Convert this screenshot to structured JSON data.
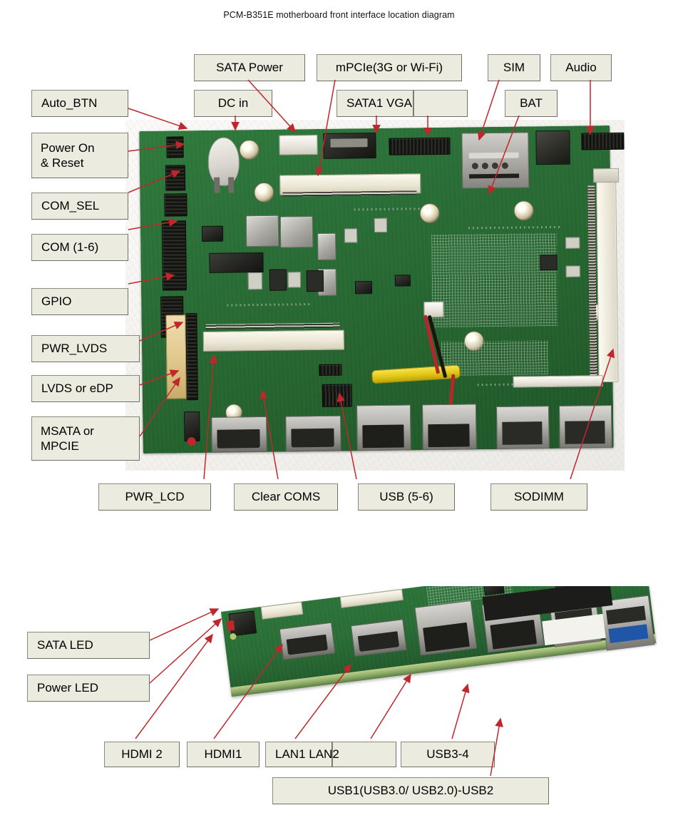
{
  "page": {
    "title": "PCM-B351E motherboard front interface location diagram"
  },
  "diagram_top": {
    "name": "front-interface-location-diagram",
    "labels": [
      {
        "id": "auto-btn",
        "text": "Auto_BTN"
      },
      {
        "id": "power-on-reset",
        "text_line1": "Power On",
        "text_line2": "& Reset"
      },
      {
        "id": "com-sel",
        "text": "COM_SEL"
      },
      {
        "id": "com-1-6",
        "text": "COM (1-6)"
      },
      {
        "id": "gpio",
        "text": "GPIO"
      },
      {
        "id": "pwr-lvds",
        "text": "PWR_LVDS"
      },
      {
        "id": "lvds-or-edp",
        "text": "LVDS or eDP"
      },
      {
        "id": "msata-or-mpcie",
        "text_line1": "MSATA or",
        "text_line2": "MPCIE"
      },
      {
        "id": "sata-power",
        "text": "SATA Power"
      },
      {
        "id": "dc-in",
        "text": "DC in"
      },
      {
        "id": "mpcie",
        "text": "mPCIe(3G or Wi-Fi)"
      },
      {
        "id": "sata1",
        "text": "SATA1 VGA"
      },
      {
        "id": "vga",
        "text": ""
      },
      {
        "id": "sim",
        "text": "SIM"
      },
      {
        "id": "bat",
        "text": "BAT"
      },
      {
        "id": "audio",
        "text": "Audio"
      },
      {
        "id": "pwr-lcd",
        "text": "PWR_LCD"
      },
      {
        "id": "clear-coms",
        "text": "Clear COMS"
      },
      {
        "id": "usb-5-6",
        "text": "USB (5-6)"
      },
      {
        "id": "sodimm",
        "text": "SODIMM"
      }
    ]
  },
  "diagram_bottom": {
    "name": "rear-io-edge-diagram",
    "labels": [
      {
        "id": "sata-led",
        "text": "SATA LED"
      },
      {
        "id": "power-led",
        "text": "Power LED"
      },
      {
        "id": "hdmi-2",
        "text": "HDMI 2"
      },
      {
        "id": "hdmi-1",
        "text": "HDMI1"
      },
      {
        "id": "lan1",
        "text": "LAN1 LAN2"
      },
      {
        "id": "lan2",
        "text": ""
      },
      {
        "id": "usb-3-4",
        "text": "USB3-4"
      },
      {
        "id": "usb-1-2",
        "text": "USB1(USB3.0/ USB2.0)-USB2"
      }
    ]
  },
  "colors": {
    "label_fill": "#ecebe0",
    "label_border": "#8a8a82",
    "leader_line": "#c0272d",
    "pcb_green": "#2a6f38",
    "usb3_blue": "#1f56a8",
    "cable_yellow": "#e2c716"
  }
}
